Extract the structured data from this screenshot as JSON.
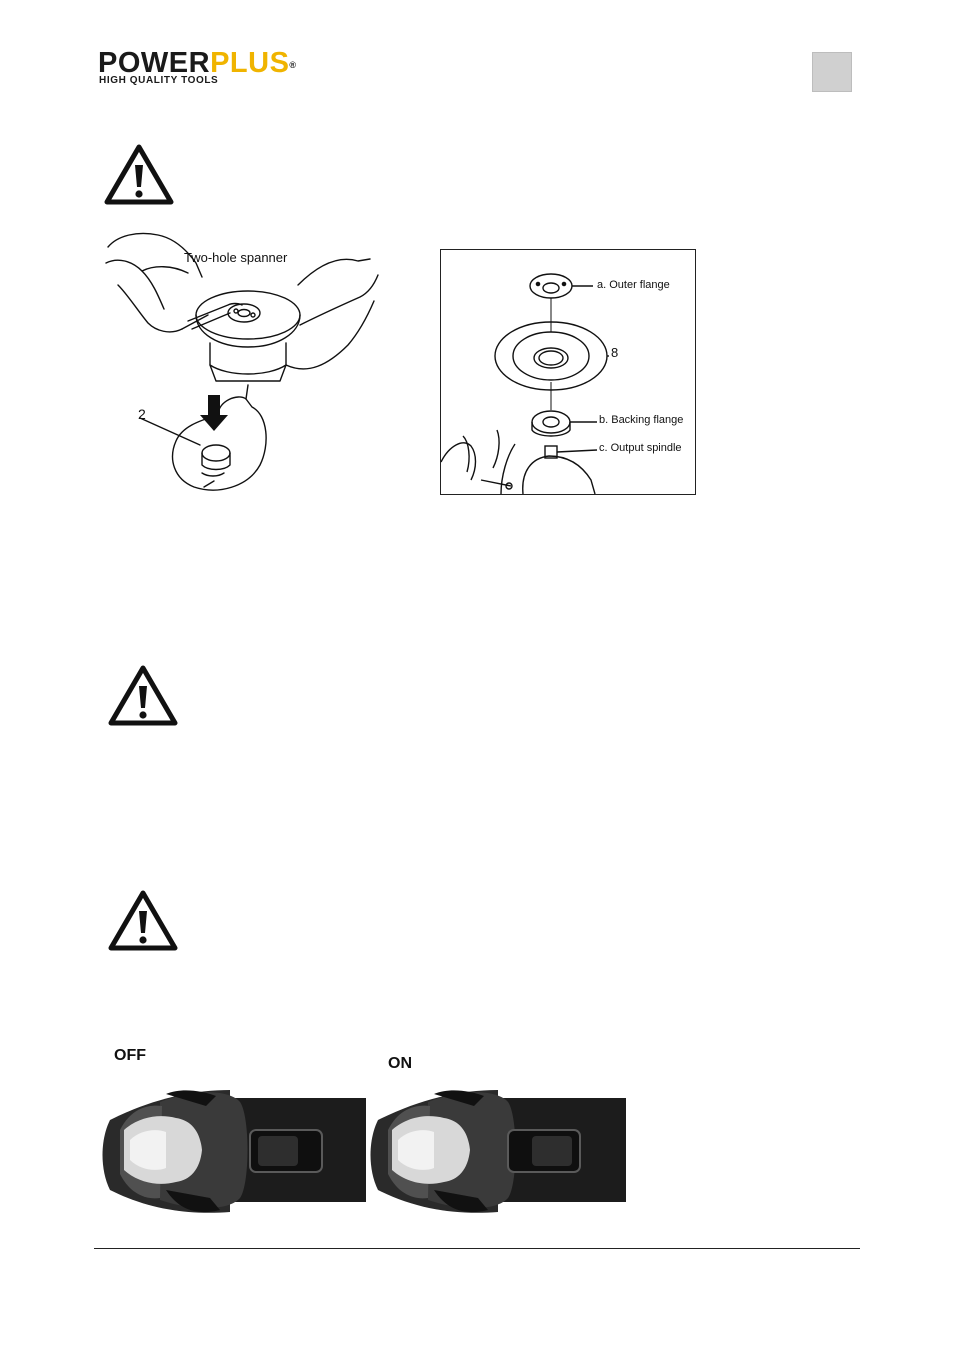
{
  "header": {
    "logo_part1": "POWER",
    "logo_part2": "PLUS",
    "logo_registered": "®",
    "logo_tagline": "HIGH QUALITY TOOLS",
    "brand_color": "#f0b400"
  },
  "figure_left": {
    "spanner_label": "Two-hole spanner",
    "callout_number": "2"
  },
  "figure_right": {
    "outer_flange_label": "a. Outer flange",
    "disc_number": "8",
    "backing_flange_label": "b. Backing flange",
    "output_spindle_label": "c. Output spindle"
  },
  "switch_photos": {
    "off_label": "OFF",
    "on_label": "ON"
  },
  "icons": {
    "warning": "warning-triangle-icon"
  }
}
